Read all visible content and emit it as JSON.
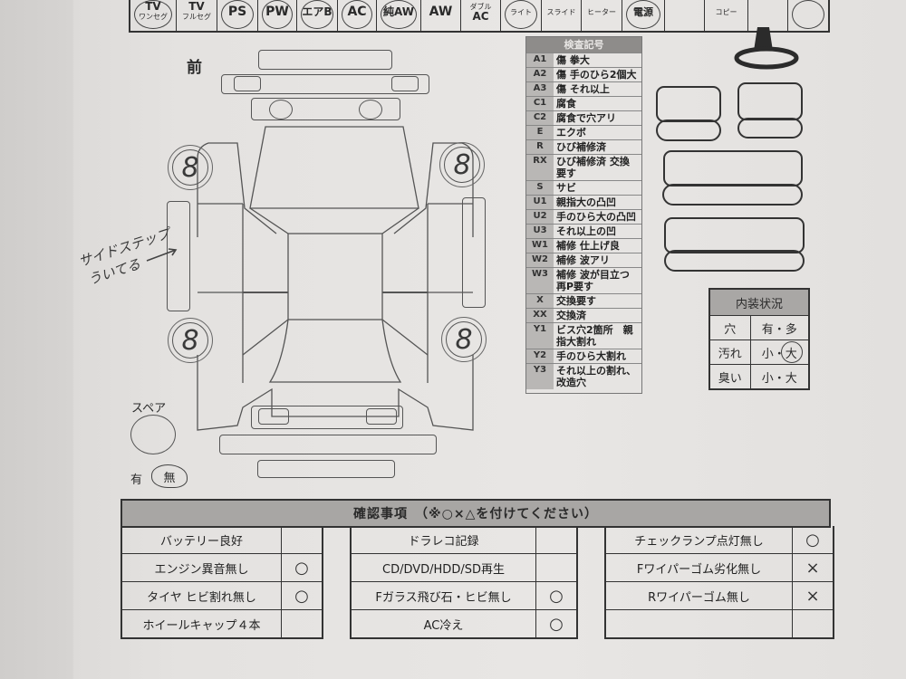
{
  "options_row": [
    {
      "label": "TV",
      "sub": "ワンセグ",
      "circled": true
    },
    {
      "label": "TV",
      "sub": "フルセグ",
      "circled": false
    },
    {
      "label": "PS",
      "sub": "",
      "circled": true
    },
    {
      "label": "PW",
      "sub": "",
      "circled": true
    },
    {
      "label": "エアB",
      "sub": "",
      "circled": true
    },
    {
      "label": "AC",
      "sub": "",
      "circled": true
    },
    {
      "label": "純AW",
      "sub": "",
      "circled": true
    },
    {
      "label": "AW",
      "sub": "",
      "circled": false
    },
    {
      "label": "ダブル",
      "sub": "AC",
      "circled": false
    },
    {
      "label": "",
      "sub": "ライト",
      "circled": true
    },
    {
      "label": "",
      "sub": "スライド",
      "circled": false
    },
    {
      "label": "",
      "sub": "ヒーター",
      "circled": false
    },
    {
      "label": "電源",
      "sub": "",
      "circled": true
    },
    {
      "label": "",
      "sub": "",
      "circled": false
    },
    {
      "label": "",
      "sub": "コピー",
      "circled": false
    },
    {
      "label": "",
      "sub": "",
      "circled": false
    },
    {
      "label": "",
      "sub": "",
      "circled": true
    }
  ],
  "diagram": {
    "front_label": "前",
    "tire_marks": [
      "8",
      "8",
      "8",
      "8"
    ],
    "spare_label": "スペア",
    "spare_options": {
      "yes": "有",
      "no": "無",
      "selected": "無"
    },
    "handwritten_note": [
      "サイドステップ",
      "ういてる"
    ]
  },
  "legend": {
    "title": "検査記号",
    "items": [
      {
        "code": "A1",
        "desc": "傷 拳大"
      },
      {
        "code": "A2",
        "desc": "傷 手のひら2個大"
      },
      {
        "code": "A3",
        "desc": "傷 それ以上"
      },
      {
        "code": "C1",
        "desc": "腐食"
      },
      {
        "code": "C2",
        "desc": "腐食で穴アリ"
      },
      {
        "code": "E",
        "desc": "エクボ"
      },
      {
        "code": "R",
        "desc": "ひび補修済"
      },
      {
        "code": "RX",
        "desc": "ひび補修済 交換要す"
      },
      {
        "code": "S",
        "desc": "サビ"
      },
      {
        "code": "U1",
        "desc": "親指大の凸凹"
      },
      {
        "code": "U2",
        "desc": "手のひら大の凸凹"
      },
      {
        "code": "U3",
        "desc": "それ以上の凹"
      },
      {
        "code": "W1",
        "desc": "補修 仕上げ良"
      },
      {
        "code": "W2",
        "desc": "補修 波アリ"
      },
      {
        "code": "W3",
        "desc": "補修 波が目立つ　再P要す"
      },
      {
        "code": "X",
        "desc": "交換要す"
      },
      {
        "code": "XX",
        "desc": "交換済"
      },
      {
        "code": "Y1",
        "desc": "ビス穴2箇所　親指大割れ"
      },
      {
        "code": "Y2",
        "desc": "手のひら大割れ"
      },
      {
        "code": "Y3",
        "desc": "それ以上の割れ、改造穴"
      }
    ]
  },
  "interior": {
    "title": "内装状況",
    "rows": [
      {
        "label": "穴",
        "value": "有・多",
        "selected": ""
      },
      {
        "label": "汚れ",
        "value": "小・大",
        "selected": "大"
      },
      {
        "label": "臭い",
        "value": "小・大",
        "selected": ""
      }
    ]
  },
  "checklist": {
    "title": "確認事項　（※○×△を付けてください）",
    "columns": [
      [
        {
          "label": "バッテリー良好",
          "mark": ""
        },
        {
          "label": "エンジン異音無し",
          "mark": "○"
        },
        {
          "label": "タイヤ ヒビ割れ無し",
          "mark": "○"
        },
        {
          "label": "ホイールキャップ４本",
          "mark": ""
        }
      ],
      [
        {
          "label": "ドラレコ記録",
          "mark": ""
        },
        {
          "label": "CD/DVD/HDD/SD再生",
          "mark": ""
        },
        {
          "label": "Fガラス飛び石・ヒビ無し",
          "mark": "○"
        },
        {
          "label": "AC冷え",
          "mark": "○"
        }
      ],
      [
        {
          "label": "チェックランプ点灯無し",
          "mark": "○"
        },
        {
          "label": "Fワイパーゴム劣化無し",
          "mark": "×"
        },
        {
          "label": "Rワイパーゴム無し",
          "mark": "×"
        },
        {
          "label": "",
          "mark": ""
        }
      ]
    ]
  }
}
